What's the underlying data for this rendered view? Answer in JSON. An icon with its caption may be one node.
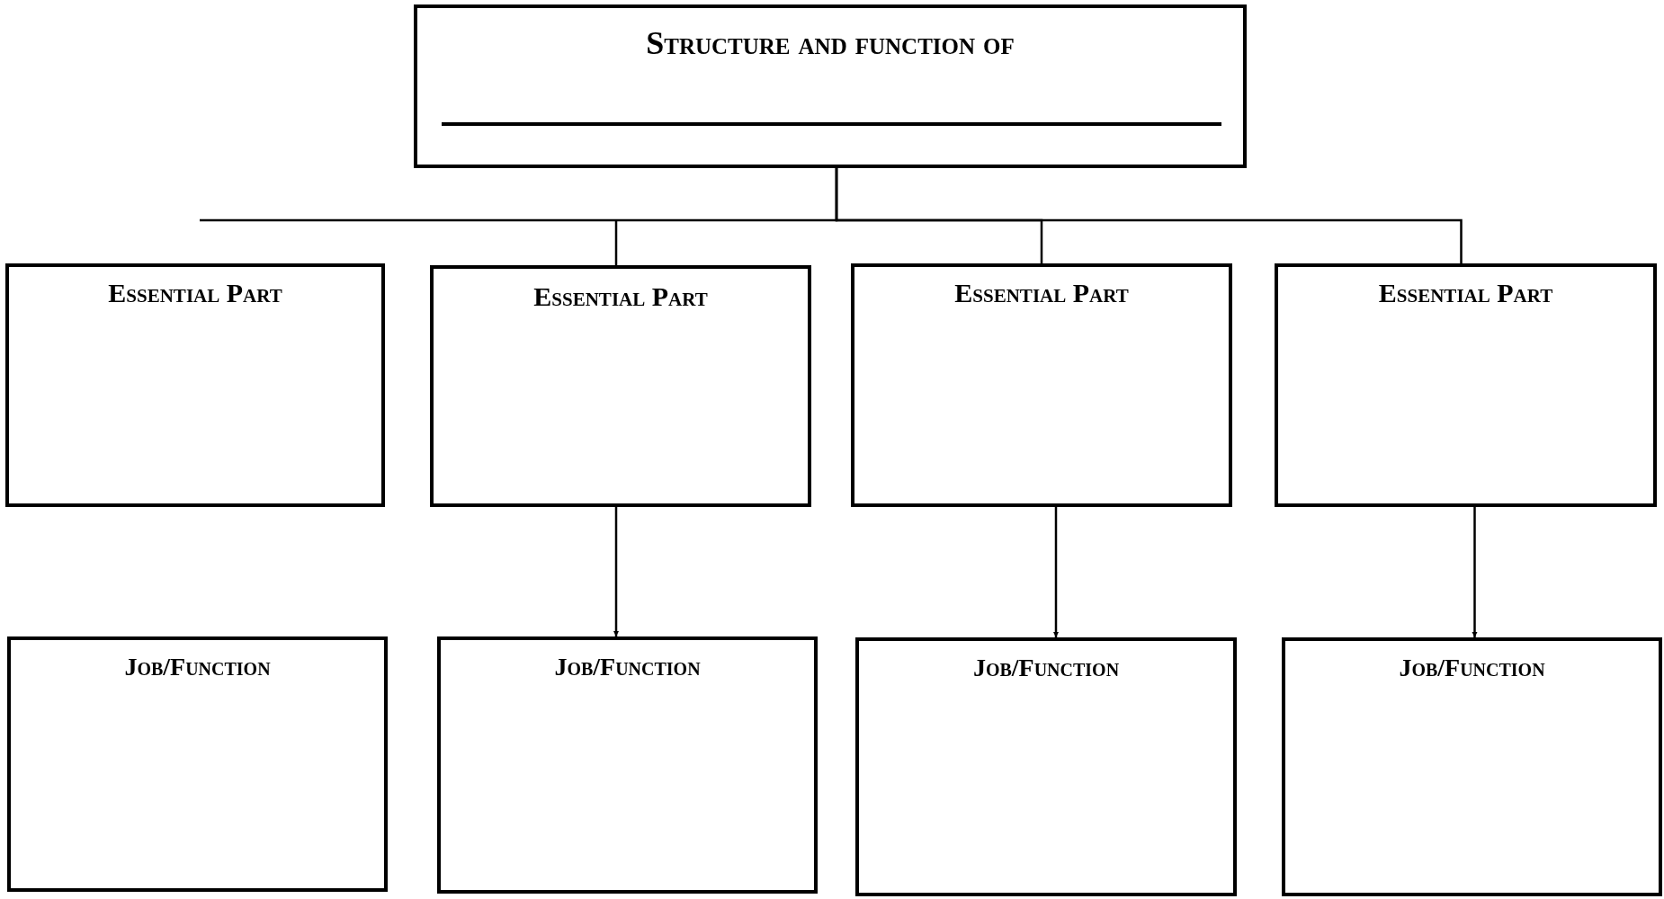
{
  "diagram": {
    "nodes": [
      {
        "text": [
          "Structure and function of"
        ]
      },
      {
        "text": [
          "Essential Part"
        ]
      },
      {
        "text": [
          "Essential Part"
        ]
      },
      {
        "text": [
          "Essential Part"
        ]
      },
      {
        "text": [
          "Essential Part"
        ]
      },
      {
        "text": [
          "Job/Function"
        ]
      },
      {
        "text": [
          "Job/Function"
        ]
      },
      {
        "text": [
          "Job/Function"
        ]
      },
      {
        "text": [
          "Job/Function"
        ]
      }
    ],
    "edges": [
      {
        "from": 0,
        "to": 2,
        "arrow": "none"
      },
      {
        "from": 0,
        "to": 3,
        "arrow": "none"
      },
      {
        "from": 0,
        "to": 4,
        "arrow": "none"
      },
      {
        "from": 2,
        "to": 6,
        "arrow": "to"
      },
      {
        "from": 3,
        "to": 7,
        "arrow": "to"
      },
      {
        "from": 4,
        "to": 8,
        "arrow": "to"
      }
    ]
  }
}
